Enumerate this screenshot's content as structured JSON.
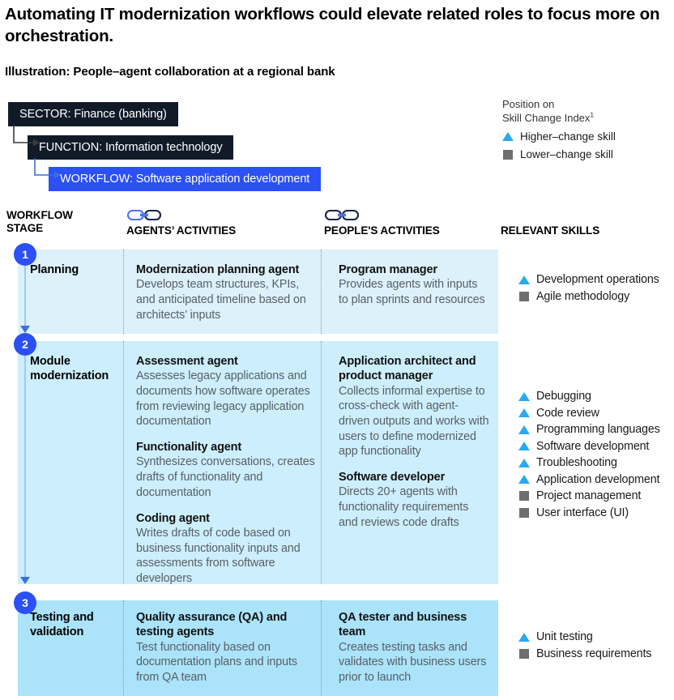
{
  "headline": "Automating IT modernization workflows could elevate related roles to focus more on orchestration.",
  "subhead": "Illustration: People–agent collaboration at a regional bank",
  "breadcrumb": {
    "sector": "SECTOR: Finance (banking)",
    "function": "FUNCTION: Information technology",
    "workflow": "WORKFLOW: Software application development"
  },
  "legend": {
    "title_line1": "Position on",
    "title_line2": "Skill Change Index",
    "footnote_marker": "1",
    "items": [
      {
        "marker": "triangle",
        "label": "Higher–change skill"
      },
      {
        "marker": "square",
        "label": "Lower–change skill"
      }
    ]
  },
  "columns": {
    "stage_line1": "WORKFLOW",
    "stage_line2": "STAGE",
    "agents": "AGENTS’ ACTIVITIES",
    "people": "PEOPLE'S  ACTIVITIES",
    "skills": "RELEVANT SKILLS"
  },
  "rows": [
    {
      "number": "1",
      "stage": "Planning",
      "agents": [
        {
          "title": "Modernization planning agent",
          "body": "Develops team structures, KPIs, and anticipated timeline based on architects’ inputs"
        }
      ],
      "people": [
        {
          "title": "Program manager",
          "body": "Provides agents with inputs to plan sprints and resources"
        }
      ],
      "skills": [
        {
          "marker": "triangle",
          "label": "Development operations"
        },
        {
          "marker": "square",
          "label": "Agile methodology"
        }
      ]
    },
    {
      "number": "2",
      "stage": "Module modernization",
      "agents": [
        {
          "title": "Assessment agent",
          "body": "Assesses legacy applications and documents how software operates from reviewing legacy application documentation"
        },
        {
          "title": "Functionality agent",
          "body": "Synthesizes conversations, creates drafts of functionality and documentation"
        },
        {
          "title": "Coding agent",
          "body": "Writes drafts of code based on business functionality inputs and assessments from software developers"
        }
      ],
      "people": [
        {
          "title": "Application architect and product manager",
          "body": "Collects informal expertise to cross-check with agent-driven outputs and works with users to define modernized app functionality"
        },
        {
          "title": "Software developer",
          "body": "Directs 20+ agents with functionality requirements and reviews code drafts"
        }
      ],
      "skills": [
        {
          "marker": "triangle",
          "label": "Debugging"
        },
        {
          "marker": "triangle",
          "label": "Code review"
        },
        {
          "marker": "triangle",
          "label": "Programming languages"
        },
        {
          "marker": "triangle",
          "label": "Software development"
        },
        {
          "marker": "triangle",
          "label": "Troubleshooting"
        },
        {
          "marker": "triangle",
          "label": "Application development"
        },
        {
          "marker": "square",
          "label": "Project management"
        },
        {
          "marker": "square",
          "label": "User interface (UI)"
        }
      ]
    },
    {
      "number": "3",
      "stage": "Testing and validation",
      "agents": [
        {
          "title": "Quality assurance (QA) and testing agents",
          "body": "Test functionality based on documentation plans and inputs from QA team"
        }
      ],
      "people": [
        {
          "title": "QA tester and business team",
          "body": "Creates testing tasks and validates with business users prior to launch"
        }
      ],
      "skills": [
        {
          "marker": "triangle",
          "label": "Unit testing"
        },
        {
          "marker": "square",
          "label": "Business requirements"
        }
      ]
    }
  ],
  "colors": {
    "accent_blue": "#2b50f5",
    "dark_chip": "#111b28",
    "higher_change": "#2aa9ee",
    "lower_change": "#6e6e6e",
    "band_1": "#ddf1fb",
    "band_2": "#cdeefc",
    "band_3": "#abe3fa"
  }
}
